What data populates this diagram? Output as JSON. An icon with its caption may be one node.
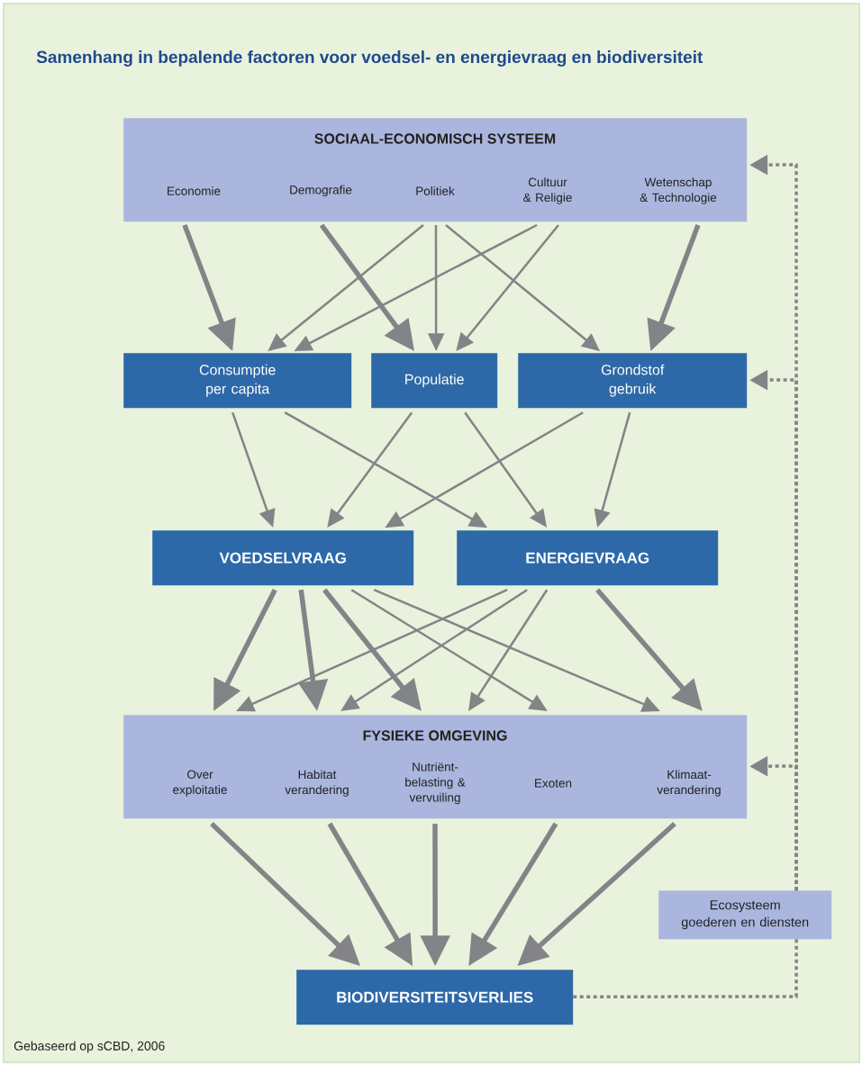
{
  "diagram": {
    "title": "Samenhang in bepalende factoren voor voedsel- en energievraag en biodiversiteit",
    "caption": "Gebaseerd op sCBD, 2006",
    "nodes": [
      {
        "text": [
          "SOCIAAL-ECONOMISCH SYSTEEM"
        ]
      },
      {
        "text": [
          "Economie"
        ],
        "in": 0
      },
      {
        "text": [
          "Demografie"
        ],
        "in": 0
      },
      {
        "text": [
          "Politiek"
        ],
        "in": 0
      },
      {
        "text": [
          "Cultuur & Religie"
        ],
        "in": 0
      },
      {
        "text": [
          "Wetenschap & Technologie"
        ],
        "in": 0
      },
      {
        "text": [
          "Consumptie per capita"
        ]
      },
      {
        "text": [
          "Populatie"
        ]
      },
      {
        "text": [
          "Grondstof gebruik"
        ]
      },
      {
        "text": [
          "VOEDSELVRAAG"
        ]
      },
      {
        "text": [
          "ENERGIEVRAAG"
        ]
      },
      {
        "text": [
          "FYSIEKE OMGEVING"
        ]
      },
      {
        "text": [
          "Over exploitatie"
        ],
        "in": 11
      },
      {
        "text": [
          "Habitat verandering"
        ],
        "in": 11
      },
      {
        "text": [
          "Nutriënt-belasting & vervuiling"
        ],
        "in": 11
      },
      {
        "text": [
          "Exoten"
        ],
        "in": 11
      },
      {
        "text": [
          "Klimaat-verandering"
        ],
        "in": 11
      },
      {
        "text": [
          "BIODIVERSITEITSVERLIES"
        ]
      },
      {
        "text": [
          "Ecosysteem goederen en diensten"
        ]
      }
    ],
    "edges": [
      {
        "from": 1,
        "to": 6,
        "arrow": "to",
        "style": "thick"
      },
      {
        "from": 2,
        "to": 7,
        "arrow": "to",
        "style": "thick"
      },
      {
        "from": 3,
        "to": 6,
        "arrow": "to"
      },
      {
        "from": 3,
        "to": 7,
        "arrow": "to"
      },
      {
        "from": 3,
        "to": 8,
        "arrow": "to"
      },
      {
        "from": 4,
        "to": 6,
        "arrow": "to"
      },
      {
        "from": 4,
        "to": 7,
        "arrow": "to"
      },
      {
        "from": 5,
        "to": 8,
        "arrow": "to",
        "style": "thick"
      },
      {
        "from": 6,
        "to": 9,
        "arrow": "to"
      },
      {
        "from": 6,
        "to": 10,
        "arrow": "to"
      },
      {
        "from": 7,
        "to": 9,
        "arrow": "to"
      },
      {
        "from": 7,
        "to": 10,
        "arrow": "to"
      },
      {
        "from": 8,
        "to": 9,
        "arrow": "to"
      },
      {
        "from": 8,
        "to": 10,
        "arrow": "to"
      },
      {
        "from": 9,
        "to": 12,
        "arrow": "to",
        "style": "thick"
      },
      {
        "from": 9,
        "to": 13,
        "arrow": "to",
        "style": "thick"
      },
      {
        "from": 9,
        "to": 14,
        "arrow": "to",
        "style": "thick"
      },
      {
        "from": 9,
        "to": 15,
        "arrow": "to"
      },
      {
        "from": 9,
        "to": 16,
        "arrow": "to"
      },
      {
        "from": 10,
        "to": 12,
        "arrow": "to"
      },
      {
        "from": 10,
        "to": 13,
        "arrow": "to"
      },
      {
        "from": 10,
        "to": 14,
        "arrow": "to"
      },
      {
        "from": 10,
        "to": 16,
        "arrow": "to",
        "style": "thick"
      },
      {
        "from": 12,
        "to": 17,
        "arrow": "to",
        "style": "thick"
      },
      {
        "from": 13,
        "to": 17,
        "arrow": "to",
        "style": "thick"
      },
      {
        "from": 14,
        "to": 17,
        "arrow": "to",
        "style": "thick"
      },
      {
        "from": 15,
        "to": 17,
        "arrow": "to",
        "style": "thick"
      },
      {
        "from": 16,
        "to": 17,
        "arrow": "to",
        "style": "thick"
      },
      {
        "from": 17,
        "to": 18,
        "arrow": "none",
        "style": "dashed"
      },
      {
        "from": 18,
        "to": 0,
        "arrow": "to",
        "style": "dashed"
      },
      {
        "from": 18,
        "to": 8,
        "arrow": "to",
        "style": "dashed"
      },
      {
        "from": 18,
        "to": 11,
        "arrow": "to",
        "style": "dashed"
      }
    ]
  }
}
